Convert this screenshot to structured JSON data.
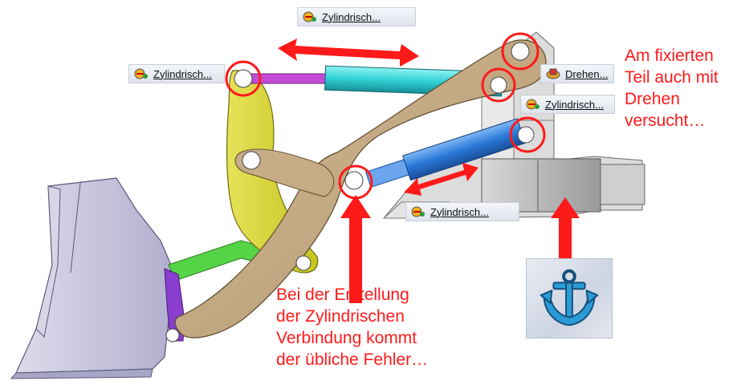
{
  "tags": {
    "top": "Zylindrisch...",
    "left": "Zylindrisch...",
    "right_upper": "Drehen...",
    "right_lower": "Zylindrisch...",
    "bottom": "Zylindrisch..."
  },
  "notes": {
    "right": [
      "Am fixierten",
      "Teil auch mit",
      "Drehen",
      "versucht…"
    ],
    "bottom": [
      "Bei der Erstellung",
      "der Zylindrischen",
      "Verbindung kommt",
      "der übliche Fehler…"
    ]
  },
  "icons": {
    "constraint": "constraint-icon",
    "revolute": "revolute-icon",
    "anchor": "anchor-icon"
  },
  "colors": {
    "annotation_red": "#ff1a1a",
    "boom": "#c2a77f",
    "linkage": "#d3cf2c",
    "cylinder_cyan": "#30d6d8",
    "cylinder_blue": "#2a78d8",
    "rod_magenta": "#c24bd6",
    "link_green": "#55d447",
    "frame_gray": "#b9b9b9",
    "bucket": "#c8c6de"
  }
}
